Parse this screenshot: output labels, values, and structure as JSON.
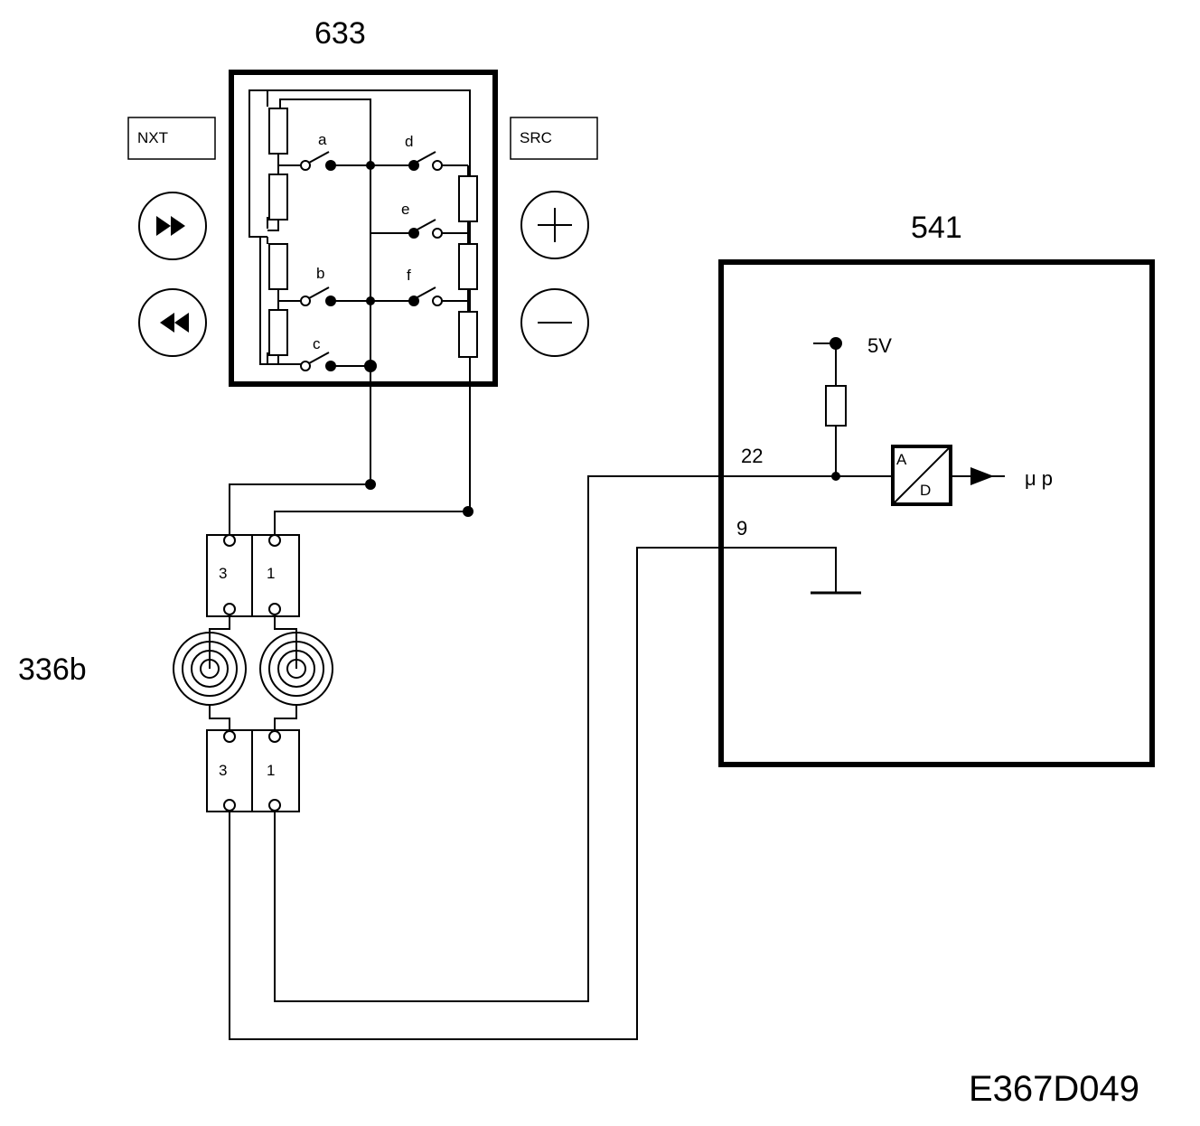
{
  "switch_module": {
    "id": "633",
    "left_buttons": {
      "top_label": "NXT",
      "next_icon": "fast-forward-icon",
      "prev_icon": "rewind-icon"
    },
    "right_buttons": {
      "top_label": "SRC",
      "plus_icon": "plus-icon",
      "minus_icon": "minus-icon"
    },
    "switches": [
      "a",
      "b",
      "c",
      "d",
      "e",
      "f"
    ]
  },
  "clock_spring": {
    "id": "336b",
    "upper_connector": [
      "3",
      "1"
    ],
    "lower_connector": [
      "3",
      "1"
    ]
  },
  "control_unit": {
    "id": "541",
    "supply_label": "5V",
    "pin_signal": "22",
    "pin_ground": "9",
    "adc_top": "A",
    "adc_bottom": "D",
    "output_label": "μ p"
  },
  "drawing_ref": "E367D049"
}
